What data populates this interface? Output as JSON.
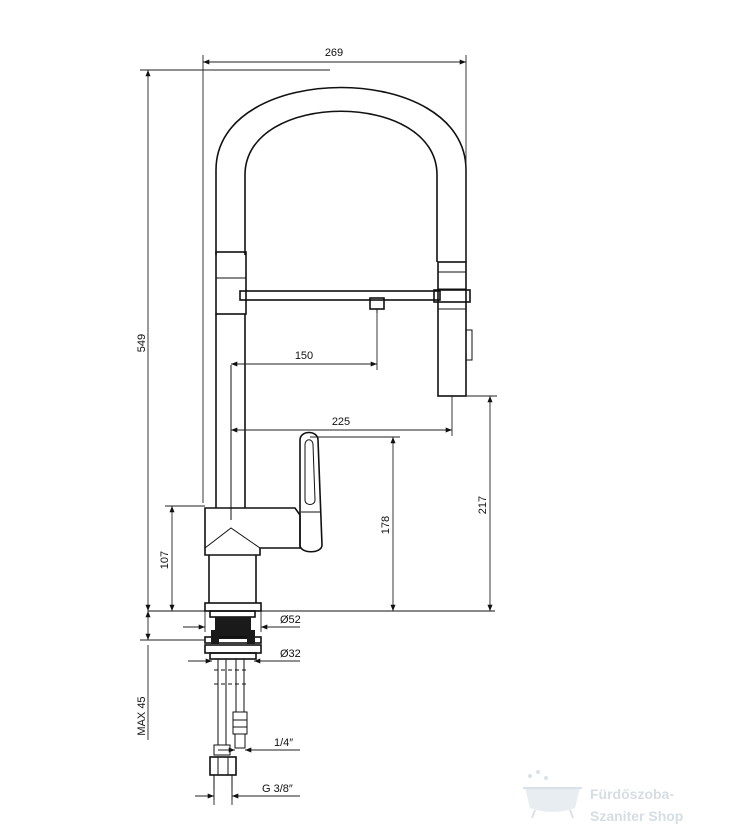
{
  "dimensions": {
    "width_total": "269",
    "height_total": "549",
    "spout_150": "150",
    "spout_225": "225",
    "height_178": "178",
    "height_217": "217",
    "base_107": "107",
    "diameter_52": "Ø52",
    "diameter_32": "Ø32",
    "max_45": "MAX 45",
    "hose_14": "1/4″",
    "thread_38": "G 3/8″"
  },
  "watermark": {
    "line1": "Fürdőszoba-",
    "line2": "Szaniter Shop",
    "color": "#cfd8de"
  }
}
